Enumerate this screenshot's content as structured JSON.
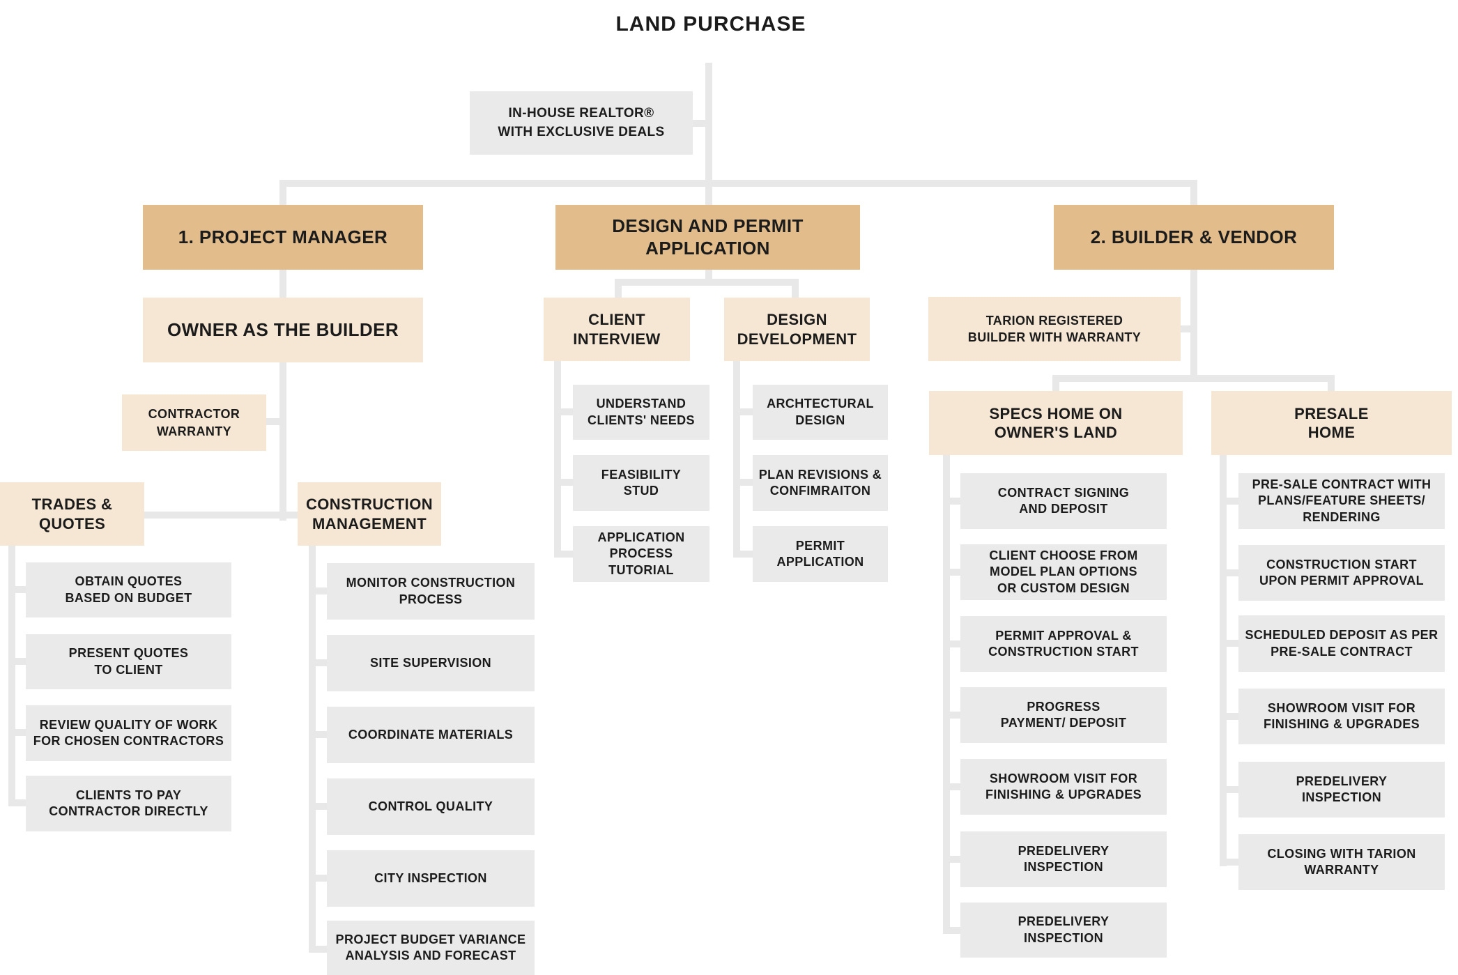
{
  "title": "LAND PURCHASE",
  "colors": {
    "header_fill": "#e2bd8b",
    "subheader_fill": "#f5e7d3",
    "item_fill": "#eaeaea",
    "connector": "#e8e8e8",
    "text": "#1b1b1b"
  },
  "realtor": {
    "label": "IN-HOUSE REALTOR®\nWITH EXCLUSIVE DEALS"
  },
  "project_manager": {
    "header": "1. PROJECT MANAGER",
    "owner": "OWNER AS THE BUILDER",
    "contractor_warranty": "CONTRACTOR\nWARRANTY",
    "trades": {
      "header": "TRADES &\nQUOTES",
      "items": [
        "OBTAIN QUOTES\nBASED ON BUDGET",
        "PRESENT QUOTES\nTO CLIENT",
        "REVIEW QUALITY OF WORK\nFOR CHOSEN CONTRACTORS",
        "CLIENTS TO PAY\nCONTRACTOR DIRECTLY"
      ]
    },
    "construction": {
      "header": "CONSTRUCTION\nMANAGEMENT",
      "items": [
        "MONITOR CONSTRUCTION\nPROCESS",
        "SITE SUPERVISION",
        "COORDINATE MATERIALS",
        "CONTROL QUALITY",
        "CITY INSPECTION",
        "PROJECT BUDGET VARIANCE\nANALYSIS AND FORECAST"
      ]
    }
  },
  "design_permit": {
    "header": "DESIGN AND PERMIT\nAPPLICATION",
    "client_interview": {
      "header": "CLIENT\nINTERVIEW",
      "items": [
        "UNDERSTAND\nCLIENTS' NEEDS",
        "FEASIBILITY\nSTUD",
        "APPLICATION\nPROCESS TUTORIAL"
      ]
    },
    "design_development": {
      "header": "DESIGN\nDEVELOPMENT",
      "items": [
        "ARCHTECTURAL\nDESIGN",
        "PLAN REVISIONS &\nCONFIMRAITON",
        "PERMIT\nAPPLICATION"
      ]
    }
  },
  "builder_vendor": {
    "header": "2. BUILDER & VENDOR",
    "tarion": "TARION REGISTERED\nBUILDER WITH WARRANTY",
    "specs_home": {
      "header": "SPECS HOME ON\nOWNER'S LAND",
      "items": [
        "CONTRACT SIGNING\nAND DEPOSIT",
        "CLIENT CHOOSE FROM\nMODEL PLAN OPTIONS\nOR CUSTOM DESIGN",
        "PERMIT APPROVAL &\nCONSTRUCTION START",
        "PROGRESS\nPAYMENT/ DEPOSIT",
        "SHOWROOM VISIT FOR\nFINISHING & UPGRADES",
        "PREDELIVERY\nINSPECTION",
        "PREDELIVERY\nINSPECTION"
      ]
    },
    "presale_home": {
      "header": "PRESALE\nHOME",
      "items": [
        "PRE-SALE CONTRACT WITH\nPLANS/FEATURE SHEETS/\nRENDERING",
        "CONSTRUCTION START\nUPON PERMIT APPROVAL",
        "SCHEDULED DEPOSIT AS PER\nPRE-SALE CONTRACT",
        "SHOWROOM VISIT FOR\nFINISHING & UPGRADES",
        "PREDELIVERY\nINSPECTION",
        "CLOSING WITH TARION\nWARRANTY"
      ]
    }
  }
}
